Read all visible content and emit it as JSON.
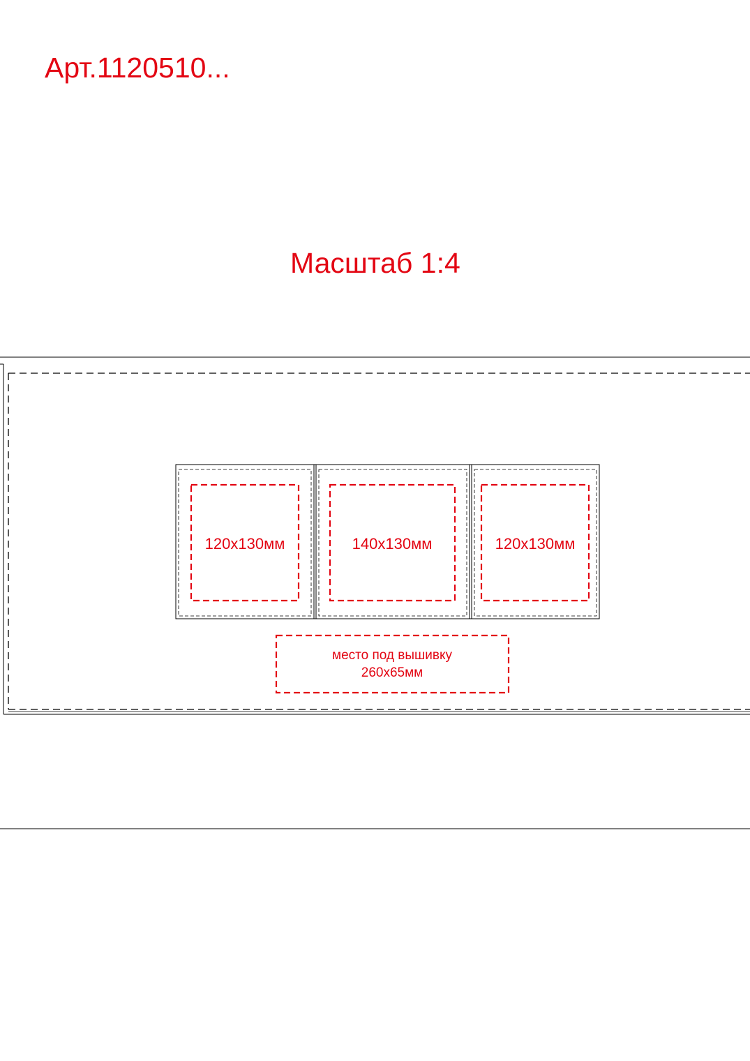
{
  "header": {
    "article": "Арт.1120510...",
    "scale": "Масштаб 1:4"
  },
  "pockets": [
    {
      "label": "120х130мм"
    },
    {
      "label": "140х130мм"
    },
    {
      "label": "120х130мм"
    }
  ],
  "embroidery": {
    "line1": "место под вышивку",
    "line2": "260х65мм"
  },
  "colors": {
    "accent": "#e30613",
    "outline": "#000000"
  }
}
